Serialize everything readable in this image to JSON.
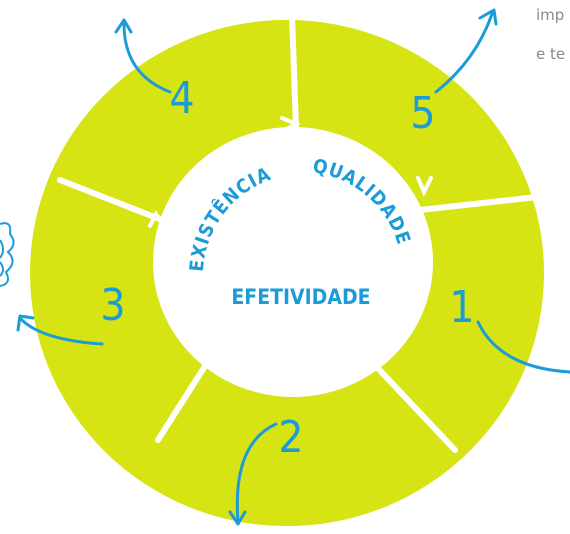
{
  "diagram": {
    "center_words": {
      "existencia": "EXISTÊNCIA",
      "qualidade": "QUALIDADE",
      "efetividade": "EFETIVIDADE"
    },
    "segments": [
      {
        "number": "1"
      },
      {
        "number": "2"
      },
      {
        "number": "3"
      },
      {
        "number": "4"
      },
      {
        "number": "5"
      }
    ],
    "colors": {
      "ring": "#d6e414",
      "accent": "#1b9bd7",
      "text": "#1b9bd7"
    }
  },
  "corner_text": {
    "line1": "imp",
    "line2": "e te"
  }
}
